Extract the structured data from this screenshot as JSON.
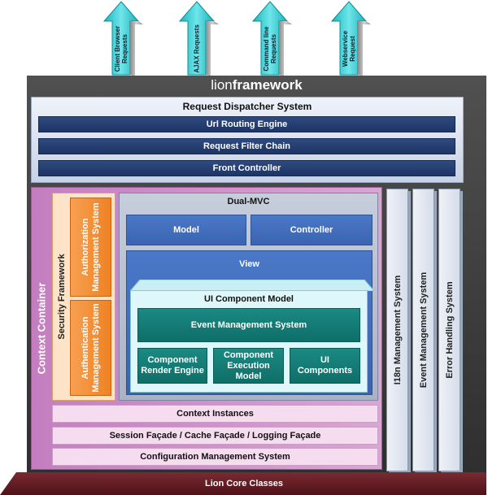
{
  "framework": {
    "title_light": "lion",
    "title_bold": "framework"
  },
  "arrows": [
    {
      "line1": "Client Browser",
      "line2": "Requests"
    },
    {
      "line1": "AJAX Requests",
      "line2": ""
    },
    {
      "line1": "Command line",
      "line2": "Requests"
    },
    {
      "line1": "Webservice",
      "line2": "Request"
    }
  ],
  "dispatcher": {
    "title": "Request Dispatcher System",
    "bars": [
      "Url Routing Engine",
      "Request Filter Chain",
      "Front Controller"
    ]
  },
  "context_container": {
    "label": "Context Container"
  },
  "security": {
    "label": "Security Framework",
    "authorization": {
      "line1": "Authorization",
      "line2": "Management System"
    },
    "authentication": {
      "line1": "Authentication",
      "line2": "Management System"
    }
  },
  "dual_mvc": {
    "title": "Dual-MVC",
    "model": "Model",
    "controller": "Controller",
    "view": "View",
    "ui_component_model": {
      "title": "UI Component Model",
      "event_management": "Event Management System",
      "render_engine": {
        "line1": "Component",
        "line2": "Render Engine"
      },
      "execution_model": {
        "line1": "Component",
        "line2": "Execution",
        "line3": "Model"
      },
      "ui_components": {
        "line1": "UI",
        "line2": "Components"
      }
    }
  },
  "bottom_bars": [
    "Context Instances",
    "Session Façade / Cache Façade / Logging Façade",
    "Configuration Management System"
  ],
  "side_columns": [
    "I18n Management System",
    "Event Management System",
    "Error Handling System"
  ],
  "core": {
    "label": "Lion Core Classes"
  }
}
